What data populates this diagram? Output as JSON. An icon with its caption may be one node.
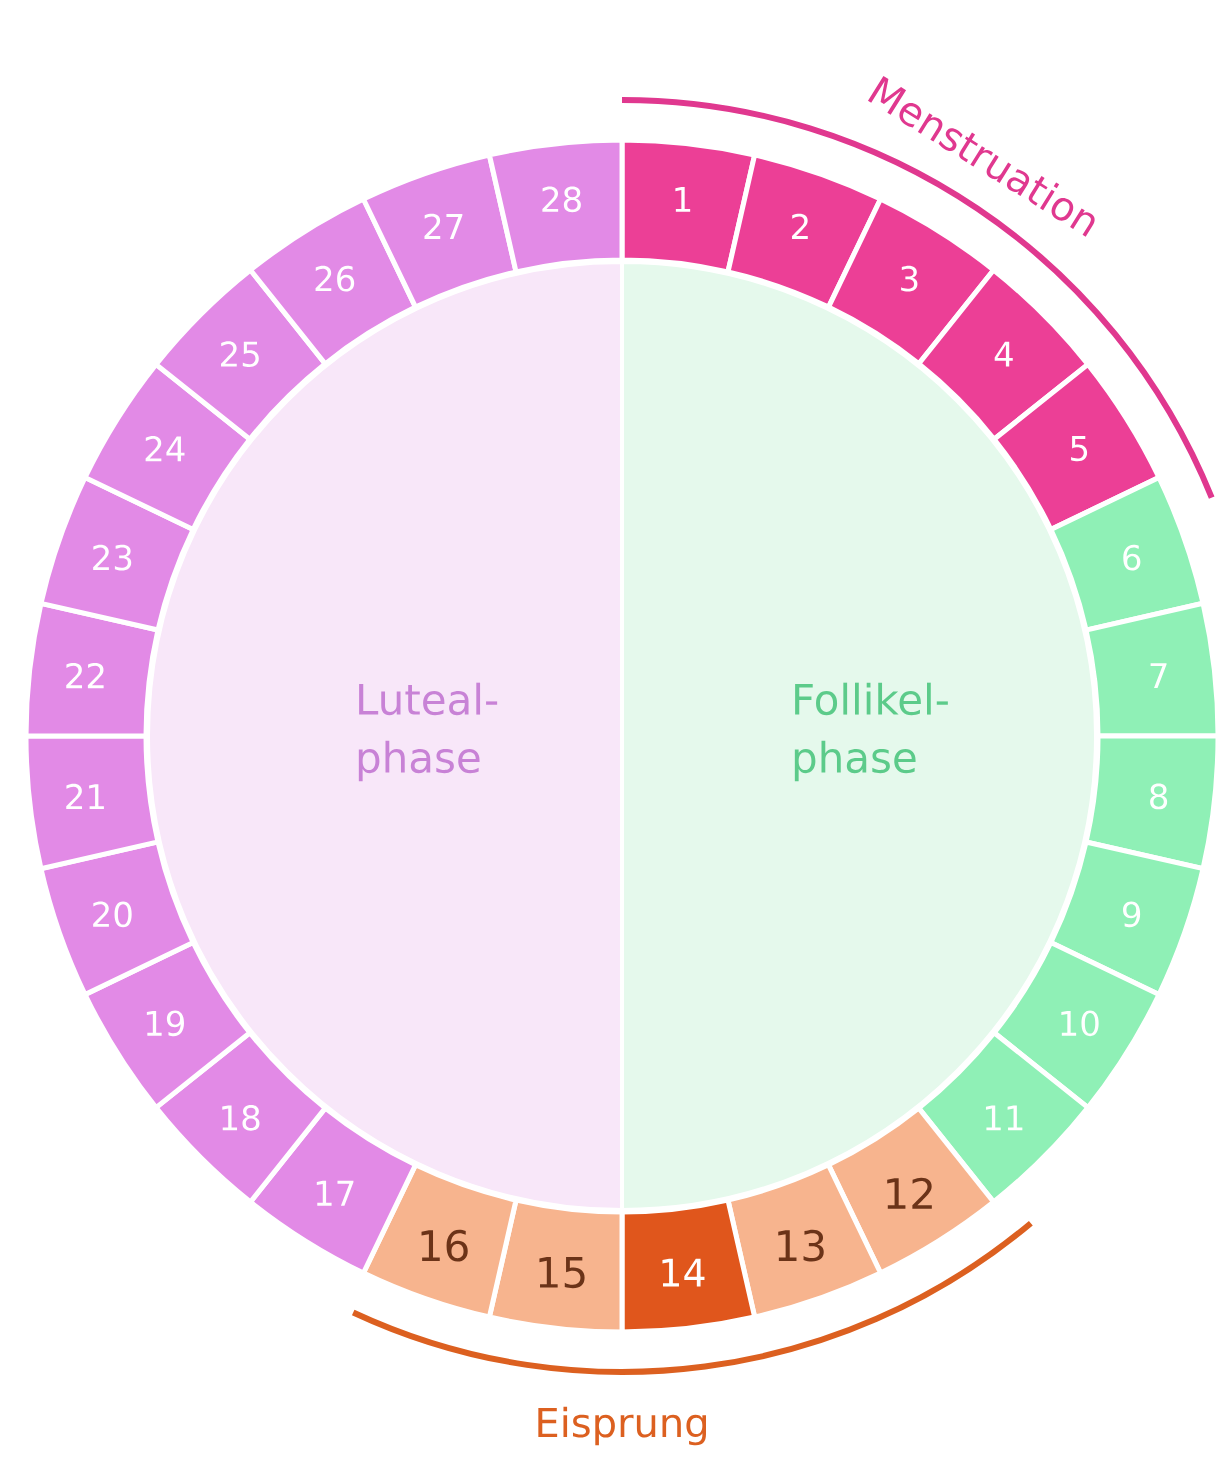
{
  "diagram": {
    "nodes": [
      {
        "text": [
          "1"
        ]
      },
      {
        "text": [
          "2"
        ]
      },
      {
        "text": [
          "3"
        ]
      },
      {
        "text": [
          "4"
        ]
      },
      {
        "text": [
          "5"
        ]
      },
      {
        "text": [
          "6"
        ]
      },
      {
        "text": [
          "7"
        ]
      },
      {
        "text": [
          "8"
        ]
      },
      {
        "text": [
          "9"
        ]
      },
      {
        "text": [
          "10"
        ]
      },
      {
        "text": [
          "11"
        ]
      },
      {
        "text": [
          "12"
        ]
      },
      {
        "text": [
          "13"
        ]
      },
      {
        "text": [
          "14"
        ]
      },
      {
        "text": [
          "15"
        ]
      },
      {
        "text": [
          "16"
        ]
      },
      {
        "text": [
          "17"
        ]
      },
      {
        "text": [
          "18"
        ]
      },
      {
        "text": [
          "19"
        ]
      },
      {
        "text": [
          "20"
        ]
      },
      {
        "text": [
          "21"
        ]
      },
      {
        "text": [
          "22"
        ]
      },
      {
        "text": [
          "23"
        ]
      },
      {
        "text": [
          "24"
        ]
      },
      {
        "text": [
          "25"
        ]
      },
      {
        "text": [
          "26"
        ]
      },
      {
        "text": [
          "27"
        ]
      },
      {
        "text": [
          "28"
        ]
      },
      {
        "text": [
          "Luteal-phase"
        ]
      },
      {
        "text": [
          "Follikel-phase"
        ]
      }
    ],
    "labels": [
      "Menstruation",
      "Eisprung"
    ]
  }
}
